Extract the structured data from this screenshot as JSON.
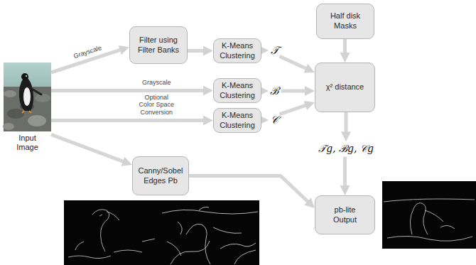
{
  "diagram": {
    "nodes": [
      {
        "text": [
          "Input Image"
        ]
      },
      {
        "text": [
          "Filter using Filter Banks"
        ]
      },
      {
        "text": [
          "K-Means Clustering"
        ]
      },
      {
        "text": [
          "𝒯"
        ]
      },
      {
        "text": [
          "Half disk Masks"
        ]
      },
      {
        "text": [
          "K-Means Clustering"
        ]
      },
      {
        "text": [
          "ℬ"
        ]
      },
      {
        "text": [
          "χ² distance"
        ]
      },
      {
        "text": [
          "K-Means Clustering"
        ]
      },
      {
        "text": [
          "𝒞"
        ]
      },
      {
        "text": [
          "𝒯g, ℬg, 𝒞g"
        ]
      },
      {
        "text": [
          "Canny/Sobel Edges Pb"
        ]
      },
      {
        "text": [
          "pb-lite Output"
        ]
      }
    ],
    "edges": [
      {
        "from": 0,
        "to": 1,
        "arrow": "to",
        "label": "Grayscale"
      },
      {
        "from": 1,
        "to": 2,
        "arrow": "to"
      },
      {
        "from": 2,
        "to": 3,
        "arrow": "to"
      },
      {
        "from": 3,
        "to": 7,
        "arrow": "to"
      },
      {
        "from": 4,
        "to": 7,
        "arrow": "to"
      },
      {
        "from": 0,
        "to": 5,
        "arrow": "to",
        "label": "Grayscale"
      },
      {
        "from": 5,
        "to": 6,
        "arrow": "to"
      },
      {
        "from": 6,
        "to": 7,
        "arrow": "to"
      },
      {
        "from": 0,
        "to": 8,
        "arrow": "to",
        "label": "Optional Color Space Conversion"
      },
      {
        "from": 8,
        "to": 9,
        "arrow": "to"
      },
      {
        "from": 9,
        "to": 7,
        "arrow": "to"
      },
      {
        "from": 7,
        "to": 10,
        "arrow": "to"
      },
      {
        "from": 10,
        "to": 12,
        "arrow": "to"
      },
      {
        "from": 0,
        "to": 11,
        "arrow": "to"
      },
      {
        "from": 11,
        "to": 12,
        "arrow": "to"
      }
    ]
  }
}
